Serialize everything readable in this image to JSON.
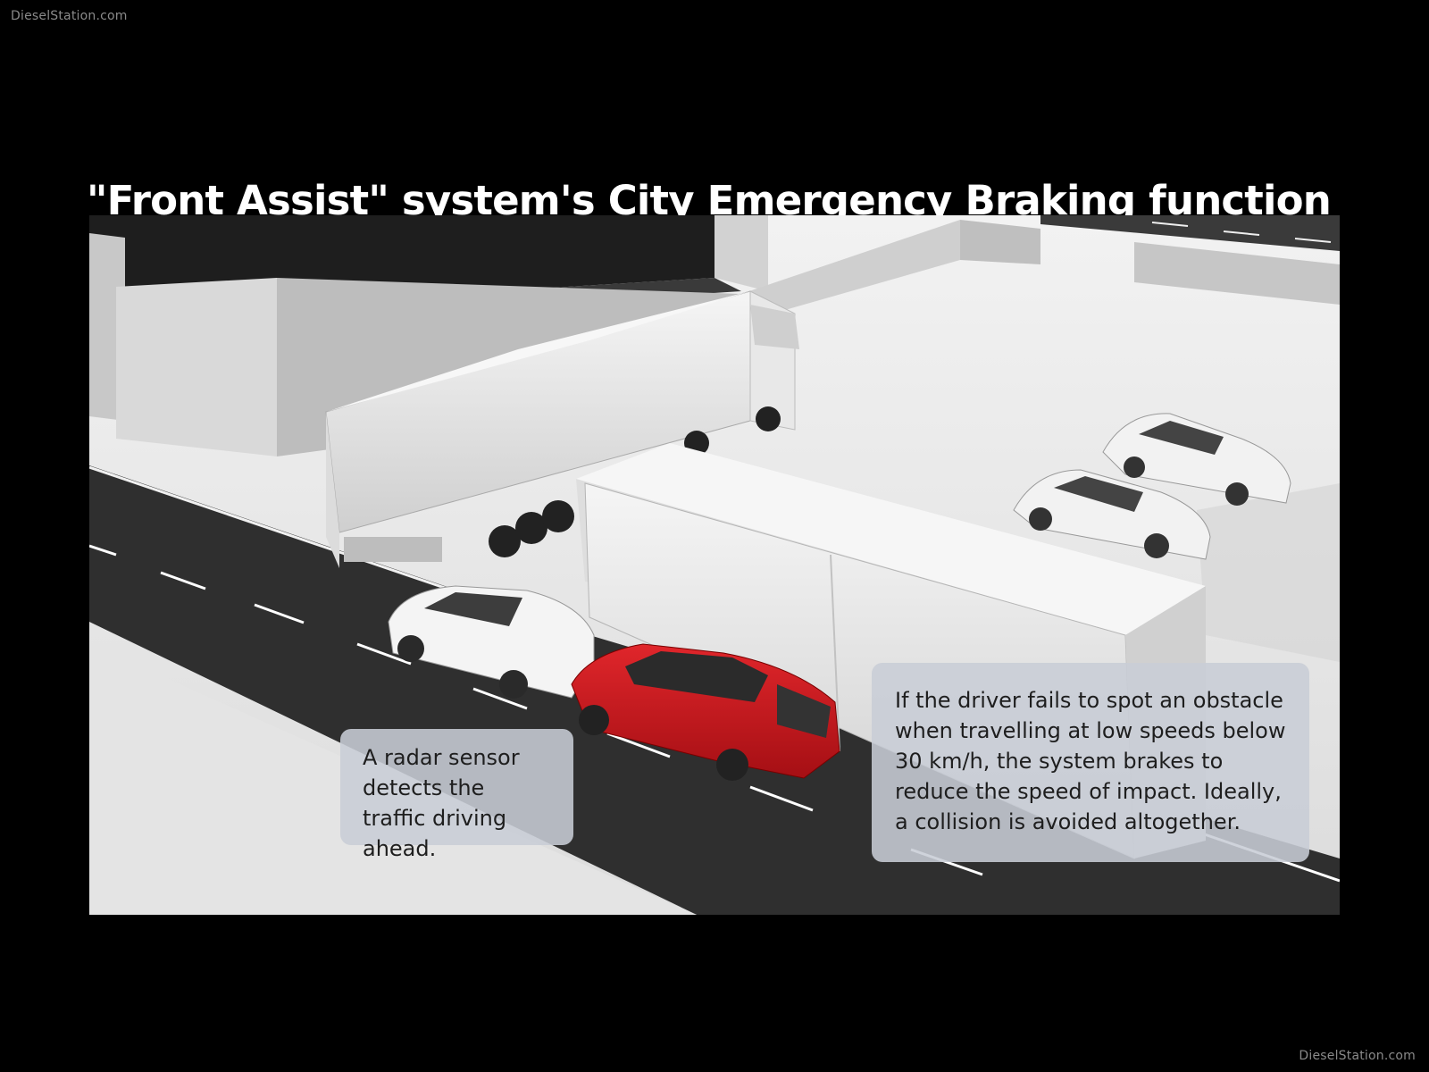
{
  "watermark": {
    "top": "DieselStation.com",
    "bottom": "DieselStation.com"
  },
  "title": "\"Front Assist\" system's City Emergency Braking function",
  "callouts": {
    "radar": "A radar sensor detects the traffic driving ahead.",
    "braking": "If the driver fails to spot an obstacle when travelling at low speeds below 30 km/h, the system brakes to reduce the speed of impact. Ideally, a collision is avoided altogether."
  },
  "colors": {
    "background": "#000000",
    "road": "#2f2f2f",
    "ground": "#e6e6e6",
    "accent_car": "#c8161c",
    "callout_fill": "#c8cdd6"
  }
}
